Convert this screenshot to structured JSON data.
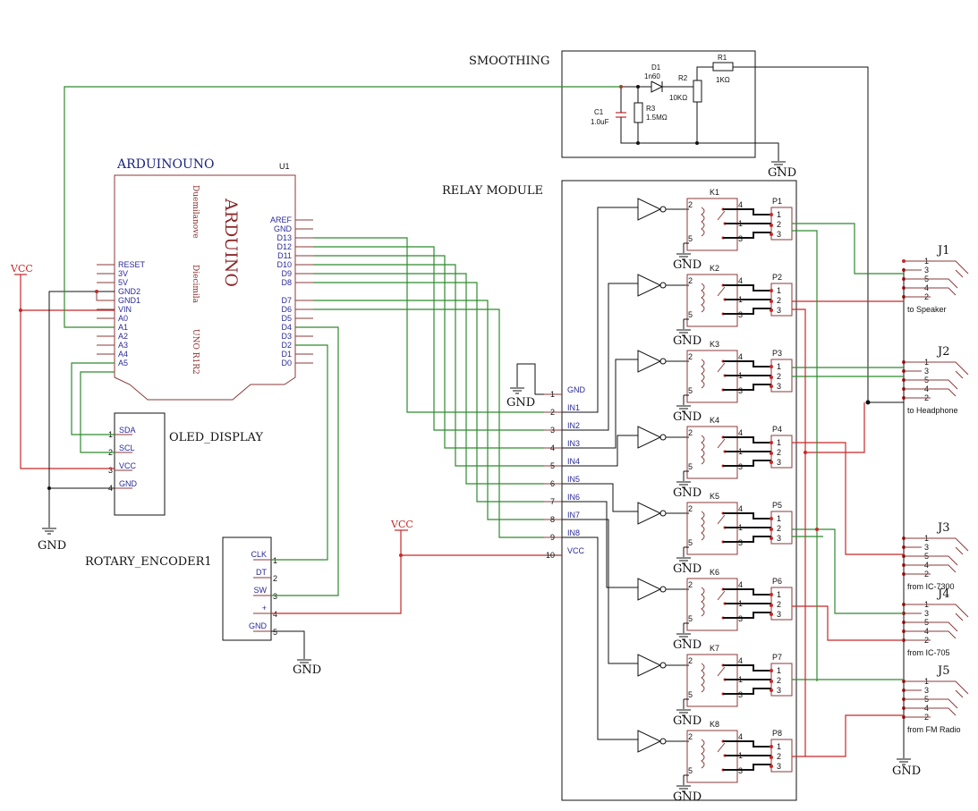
{
  "labels": {
    "smoothing": "SMOOTHING",
    "relay_module": "RELAY MODULE",
    "arduino": "ARDUINOUNO",
    "u1": "U1",
    "arduino_big": "ARDUINO",
    "duemilanove": "Duemilanove",
    "diecimila": "Diecimila",
    "uno_r1r2": "UNO R1R2",
    "oled": "OLED_DISPLAY",
    "rotary": "ROTARY_ENCODER1",
    "vcc": "VCC",
    "gnd": "GND"
  },
  "smoothing": {
    "d1": "D1",
    "d1_val": "1n60",
    "r1": "R1",
    "r1_val": "1KΩ",
    "r2": "R2",
    "r2_val": "10KΩ",
    "r3": "R3",
    "r3_val": "1.5MΩ",
    "c1": "C1",
    "c1_val": "1.0uF"
  },
  "arduino_left_pins": [
    "RESET",
    "3V",
    "5V",
    "GND2",
    "GND1",
    "VIN",
    "A0",
    "A1",
    "A2",
    "A3",
    "A4",
    "A5"
  ],
  "arduino_right_pins": [
    "AREF",
    "GND",
    "D13",
    "D12",
    "D11",
    "D10",
    "D9",
    "D8",
    "D7",
    "D6",
    "D5",
    "D4",
    "D3",
    "D2",
    "D1",
    "D0"
  ],
  "oled_pins": [
    {
      "num": "1",
      "name": "SDA"
    },
    {
      "num": "2",
      "name": "SCL"
    },
    {
      "num": "3",
      "name": "VCC"
    },
    {
      "num": "4",
      "name": "GND"
    }
  ],
  "encoder_pins": [
    {
      "num": "1",
      "name": "CLK"
    },
    {
      "num": "2",
      "name": "DT"
    },
    {
      "num": "3",
      "name": "SW"
    },
    {
      "num": "4",
      "name": "+"
    },
    {
      "num": "5",
      "name": "GND"
    }
  ],
  "relay_inputs": [
    {
      "num": "1",
      "name": "GND"
    },
    {
      "num": "2",
      "name": "IN1"
    },
    {
      "num": "3",
      "name": "IN2"
    },
    {
      "num": "4",
      "name": "IN3"
    },
    {
      "num": "5",
      "name": "IN4"
    },
    {
      "num": "6",
      "name": "IN5"
    },
    {
      "num": "7",
      "name": "IN6"
    },
    {
      "num": "8",
      "name": "IN7"
    },
    {
      "num": "9",
      "name": "IN8"
    },
    {
      "num": "10",
      "name": "VCC"
    }
  ],
  "relays": [
    "K1",
    "K2",
    "K3",
    "K4",
    "K5",
    "K6",
    "K7",
    "K8"
  ],
  "plugs": [
    "P1",
    "P2",
    "P3",
    "P4",
    "P5",
    "P6",
    "P7",
    "P8"
  ],
  "jacks": [
    {
      "name": "J1",
      "caption": "to Speaker"
    },
    {
      "name": "J2",
      "caption": "to Headphone"
    },
    {
      "name": "J3",
      "caption": "from IC-7300"
    },
    {
      "name": "J4",
      "caption": "from IC-705"
    },
    {
      "name": "J5",
      "caption": "from FM Radio"
    }
  ],
  "jack_pins": [
    "1",
    "3",
    "5",
    "4",
    "2"
  ]
}
